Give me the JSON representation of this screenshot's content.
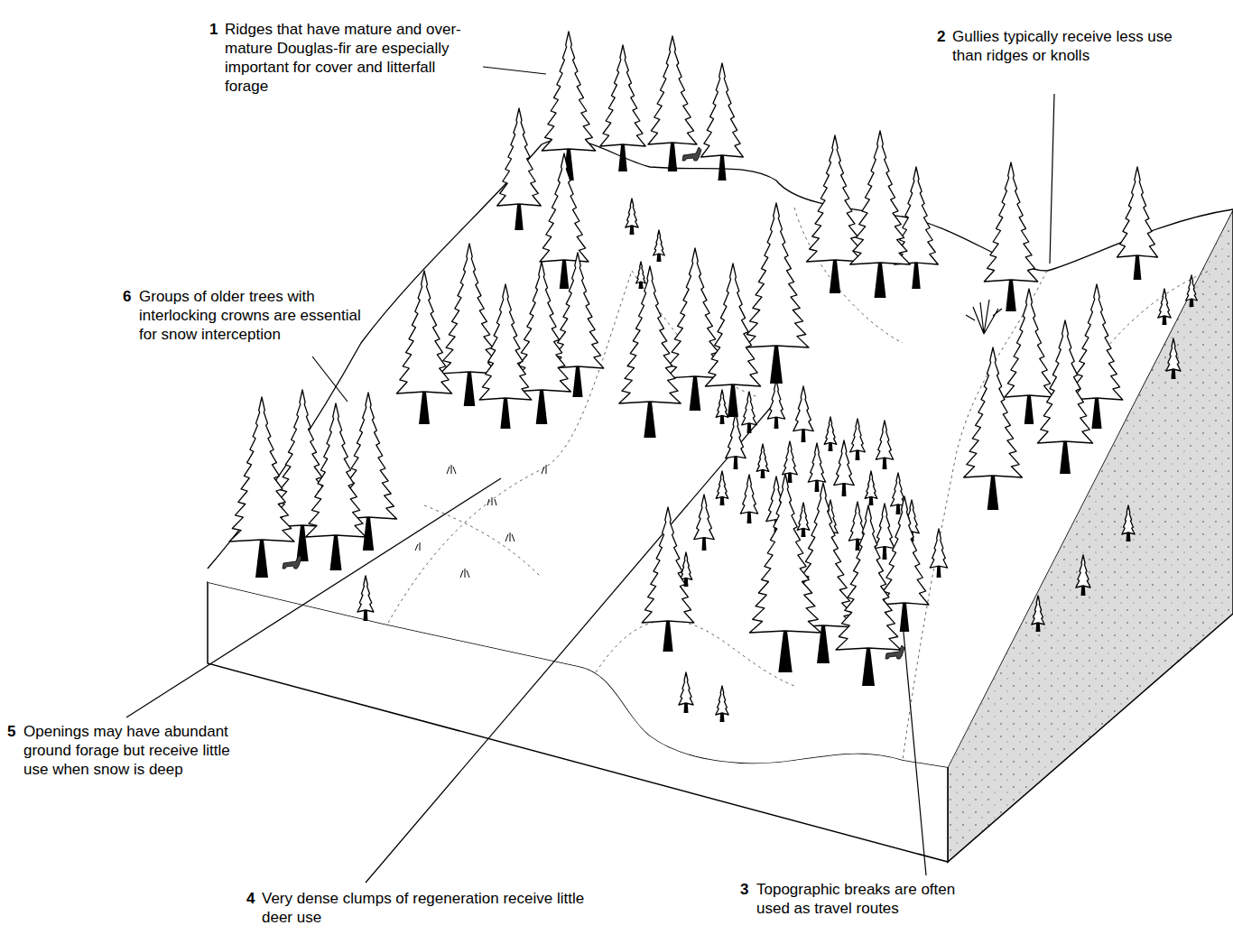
{
  "diagram": {
    "labels": [
      "1",
      "Ridges that have mature and over-mature Douglas-fir are especially important for cover and litterfall forage",
      "2",
      "Gullies typically receive less use than ridges or knolls",
      "3",
      "Topographic breaks are often used as travel routes",
      "4",
      "Very dense clumps of regeneration receive little deer use",
      "5",
      "Openings may have abundant ground forage but receive little use when snow is deep",
      "6",
      "Groups of older trees with interlocking crowns are essential for snow interception"
    ]
  }
}
